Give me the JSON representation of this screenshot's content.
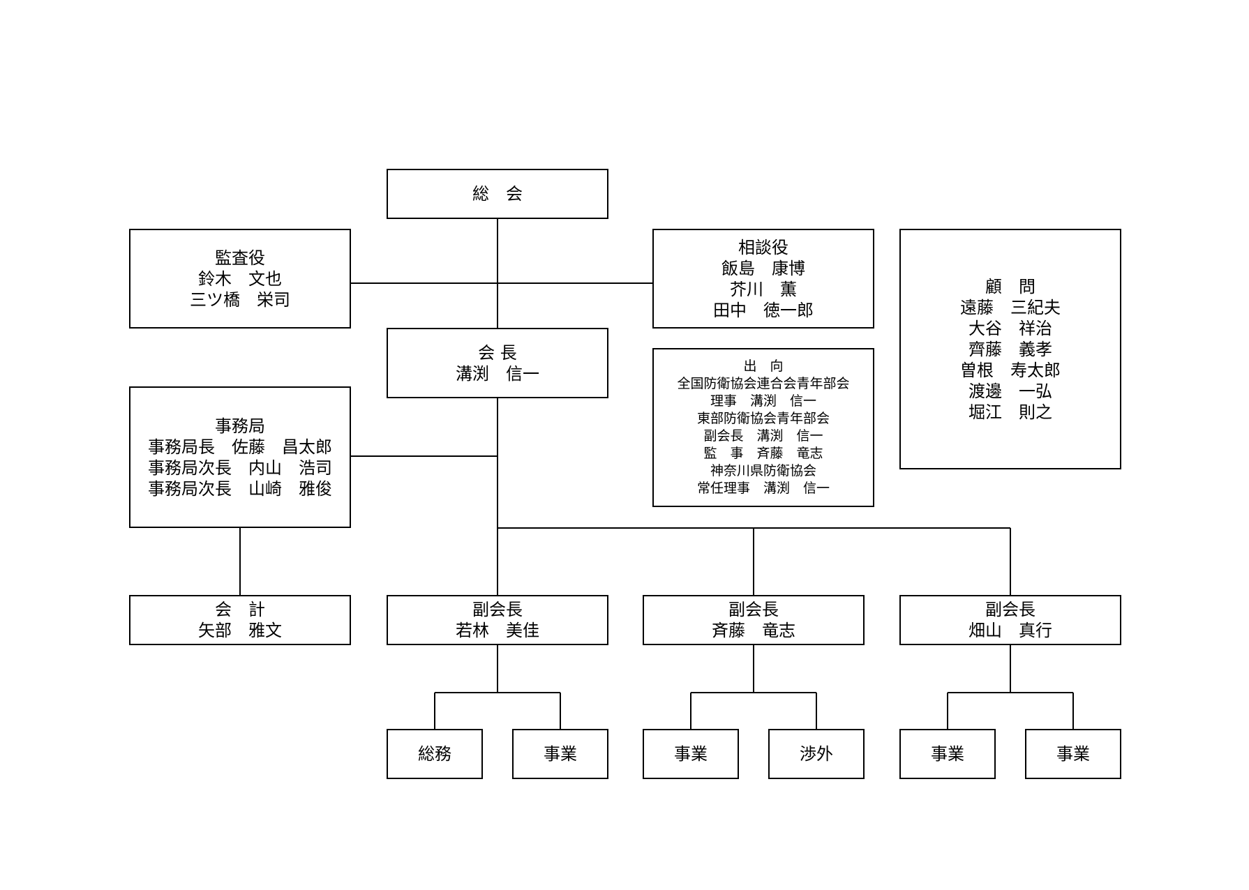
{
  "soukai": {
    "lines": [
      "総　会"
    ]
  },
  "kansa": {
    "lines": [
      "監査役",
      "鈴木　文也",
      "三ツ橋　栄司"
    ]
  },
  "soudan": {
    "lines": [
      "相談役",
      "飯島　康博",
      "芥川　薫",
      "田中　徳一郎"
    ]
  },
  "komon": {
    "lines": [
      "顧　問",
      "遠藤　三紀夫",
      "大谷　祥治",
      "齊藤　義孝",
      "曽根　寿太郎",
      "渡邊　一弘",
      "堀江　則之"
    ]
  },
  "kaicho": {
    "lines": [
      "会 長",
      "溝渕　信一"
    ]
  },
  "shukko": {
    "lines": [
      "出　向",
      "全国防衛協会連合会青年部会",
      "理事　溝渕　信一",
      "東部防衛協会青年部会",
      "副会長　溝渕　信一",
      "監　事　斉藤　竜志",
      "神奈川県防衛協会",
      "常任理事　溝渕　信一"
    ]
  },
  "jimu": {
    "lines": [
      "事務局",
      "事務局長　佐藤　昌太郎",
      "事務局次長　内山　浩司",
      "事務局次長　山崎　雅俊"
    ]
  },
  "kaikei": {
    "lines": [
      "会　計",
      "矢部　雅文"
    ]
  },
  "fuku1": {
    "lines": [
      "副会長",
      "若林　美佳"
    ]
  },
  "fuku2": {
    "lines": [
      "副会長",
      "斉藤　竜志"
    ]
  },
  "fuku3": {
    "lines": [
      "副会長",
      "畑山　真行"
    ]
  },
  "units": [
    "総務",
    "事業",
    "事業",
    "渉外",
    "事業",
    "事業"
  ]
}
